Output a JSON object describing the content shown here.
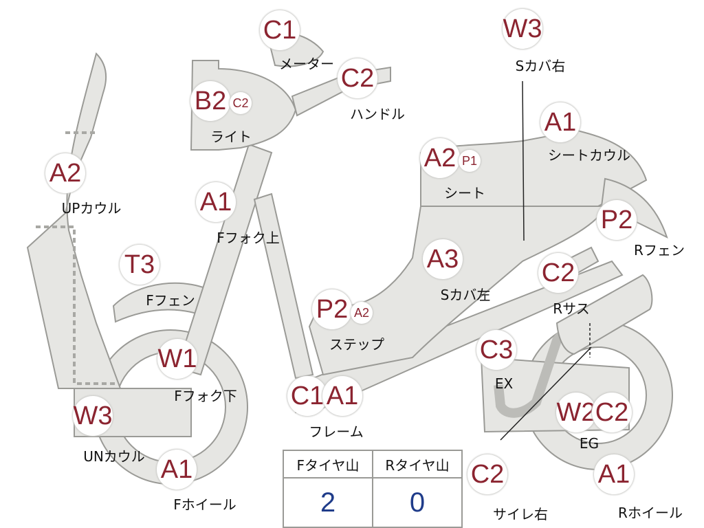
{
  "badges": [
    {
      "code": "C1",
      "size": "big"
    },
    {
      "code": "C2",
      "size": "big"
    },
    {
      "code": "B2",
      "size": "big"
    },
    {
      "code": "C2",
      "size": "small"
    },
    {
      "code": "W3",
      "size": "big"
    },
    {
      "code": "A1",
      "size": "big"
    },
    {
      "code": "A2",
      "size": "big"
    },
    {
      "code": "P1",
      "size": "small"
    },
    {
      "code": "A2",
      "size": "big"
    },
    {
      "code": "A1",
      "size": "big"
    },
    {
      "code": "P2",
      "size": "big"
    },
    {
      "code": "T3",
      "size": "big"
    },
    {
      "code": "A3",
      "size": "big"
    },
    {
      "code": "C2",
      "size": "big"
    },
    {
      "code": "P2",
      "size": "big"
    },
    {
      "code": "A2",
      "size": "small"
    },
    {
      "code": "W1",
      "size": "big"
    },
    {
      "code": "C3",
      "size": "big"
    },
    {
      "code": "C1",
      "size": "big"
    },
    {
      "code": "A1",
      "size": "big"
    },
    {
      "code": "W3",
      "size": "big"
    },
    {
      "code": "W2",
      "size": "big"
    },
    {
      "code": "C2",
      "size": "big"
    },
    {
      "code": "A1",
      "size": "big"
    },
    {
      "code": "C2",
      "size": "big"
    },
    {
      "code": "A1",
      "size": "big"
    }
  ],
  "labels": [
    "メーター",
    "ハンドル",
    "ライト",
    "Sカバ右",
    "シートカウル",
    "シート",
    "UPカウル",
    "Fフォク上",
    "Rフェン",
    "Fフェン",
    "Sカバ左",
    "Rサス",
    "ステップ",
    "EX",
    "Fフォク下",
    "フレーム",
    "EG",
    "UNカウル",
    "Fホイール",
    "サイレ右",
    "Rホイール"
  ],
  "tire_table": {
    "headers": [
      "Fタイヤ山",
      "Rタイヤ山"
    ],
    "values": [
      "2",
      "0"
    ]
  }
}
